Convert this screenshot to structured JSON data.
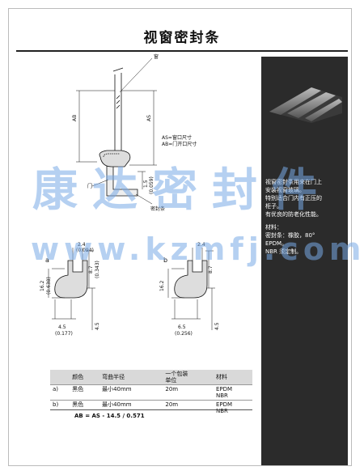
{
  "title": "视窗密封条",
  "diagram_labels": {
    "glass": "窗",
    "as_def": "AS=窗口尺寸",
    "ab_def": "AB=门开口尺寸",
    "door": "门",
    "seal": "密封条",
    "ab": "AB",
    "as": "AS",
    "dim_15": "1.5",
    "dim_15_in": "(0.059)",
    "a_label": "a",
    "b_label": "b",
    "a_24": "2.4",
    "a_24_in": "(0.094)",
    "a_87": "8.7",
    "a_87_in": "(0.343)",
    "a_162": "16.2",
    "a_162_in": "(0.638)",
    "a_45b": "4.5",
    "a_45b_in": "(0.177)",
    "a_45r": "4.5",
    "b_24": "2.4",
    "b_87": "8.7",
    "b_162": "16.2",
    "b_65": "6.5",
    "b_65_in": "(0.256)",
    "b_45r": "4.5"
  },
  "sidebar": {
    "desc": [
      "视窗密封条用来在门上",
      "安装视窗玻璃。",
      "特别适合门内有正压的",
      "柜子。",
      "有优良的防老化性能。"
    ],
    "material_title": "材料：",
    "material_lines": [
      "密封条：橡胶，80°",
      "EPDM。",
      "NBR 须定制。"
    ]
  },
  "watermark": {
    "line1": "康达密封件",
    "line2": "www.kzmfj.com"
  },
  "table": {
    "headers": [
      "",
      "颜色",
      "弯曲半径",
      "一个包装\n单位",
      "材料"
    ],
    "rows": [
      [
        "a)",
        "黑色",
        "最小40mm",
        "20m",
        "EPDM\nNBR"
      ],
      [
        "b)",
        "黑色",
        "最小40mm",
        "20m",
        "EPDM\nNBR"
      ]
    ]
  },
  "formula": "AB = AS - 14.5 / 0.571"
}
